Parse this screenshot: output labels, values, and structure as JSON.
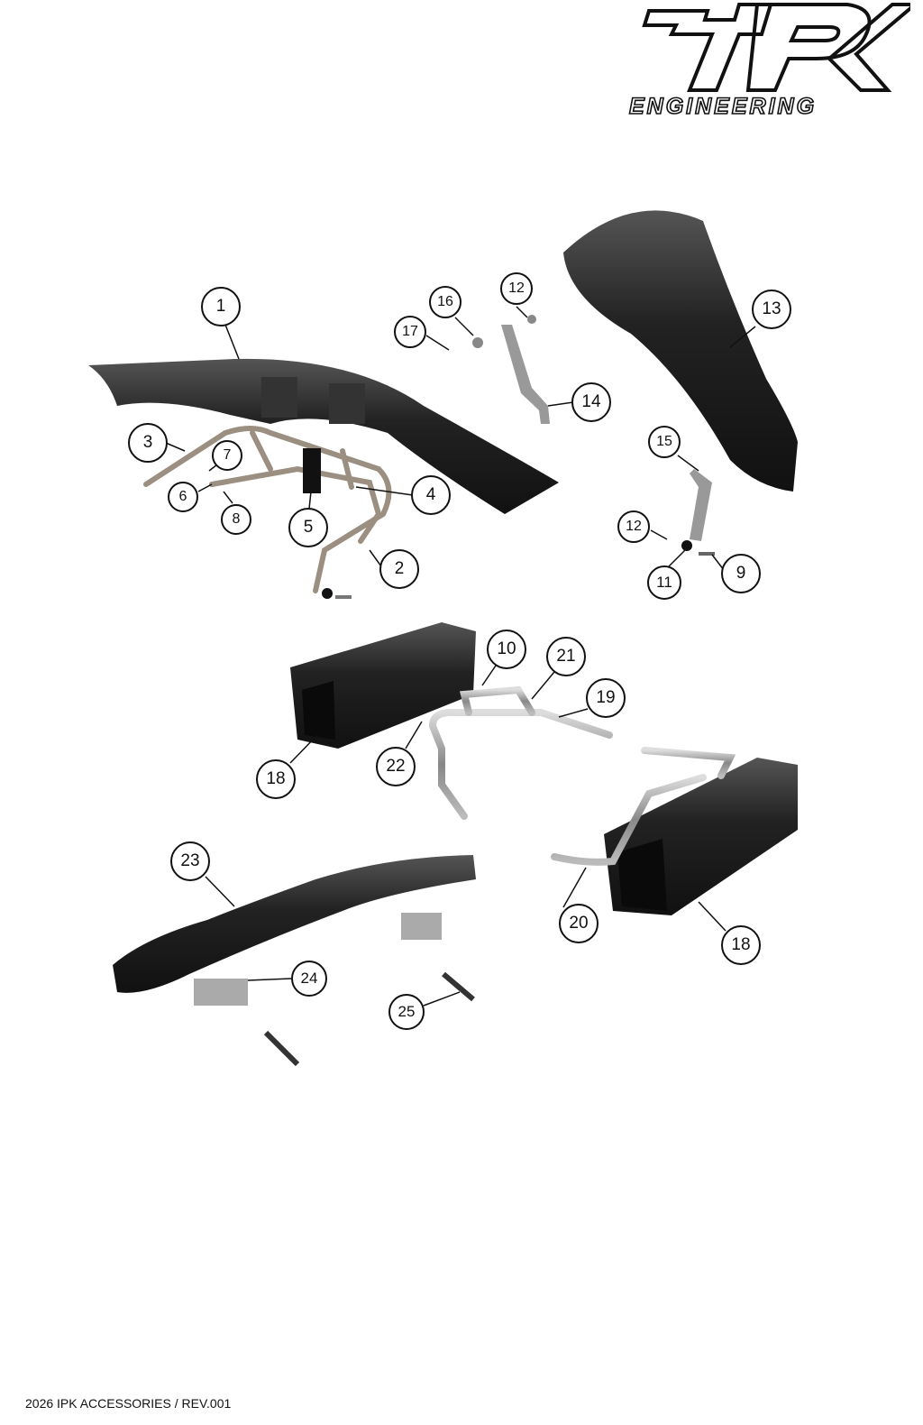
{
  "logo": {
    "mark": "IPK",
    "subtitle": "ENGINEERING"
  },
  "callouts": [
    "1",
    "3",
    "7",
    "6",
    "8",
    "5",
    "4",
    "2",
    "16",
    "17",
    "12",
    "14",
    "13",
    "15",
    "12",
    "9",
    "11",
    "10",
    "21",
    "19",
    "18",
    "22",
    "23",
    "20",
    "18",
    "24",
    "25"
  ],
  "footer": "2026 IPK ACCESSORIES / REV.001"
}
